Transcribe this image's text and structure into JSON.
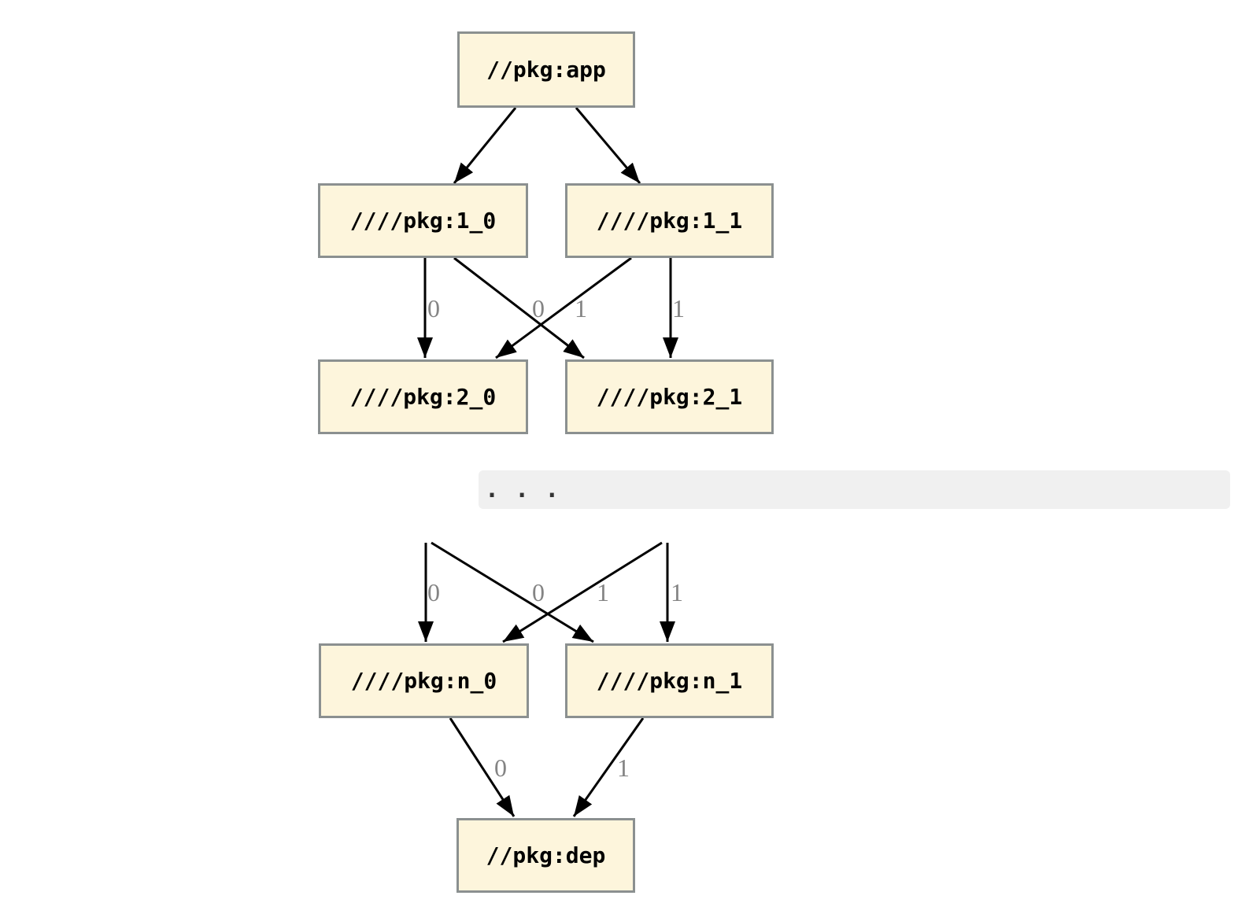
{
  "figure": {
    "type": "dependency-graph",
    "ellipsis": ". . .",
    "colors": {
      "background": "#FFFFFF",
      "node_fill": "#FDF5DC",
      "node_border": "#8B9090",
      "edge": "#000000",
      "edge_label": "#848484",
      "ellipsis_band_bg": "#F0F0F0",
      "ellipsis_text": "#333333"
    },
    "nodes": [
      {
        "id": "app",
        "label": "//pkg:app"
      },
      {
        "id": "1_0",
        "label": "////pkg:1_0"
      },
      {
        "id": "1_1",
        "label": "////pkg:1_1"
      },
      {
        "id": "2_0",
        "label": "////pkg:2_0"
      },
      {
        "id": "2_1",
        "label": "////pkg:2_1"
      },
      {
        "id": "n_0",
        "label": "////pkg:n_0"
      },
      {
        "id": "n_1",
        "label": "////pkg:n_1"
      },
      {
        "id": "dep",
        "label": "//pkg:dep"
      }
    ],
    "edges": [
      {
        "from": "app",
        "to": "1_0",
        "label": ""
      },
      {
        "from": "app",
        "to": "1_1",
        "label": ""
      },
      {
        "from": "1_0",
        "to": "2_0",
        "label": "0"
      },
      {
        "from": "1_0",
        "to": "2_1",
        "label": "1"
      },
      {
        "from": "1_1",
        "to": "2_0",
        "label": "0"
      },
      {
        "from": "1_1",
        "to": "2_1",
        "label": "1"
      },
      {
        "from": "...",
        "to": "n_0",
        "label": "0"
      },
      {
        "from": "...",
        "to": "n_1",
        "label": "1"
      },
      {
        "from": "...",
        "to": "n_0",
        "label": "0"
      },
      {
        "from": "...",
        "to": "n_1",
        "label": "1"
      },
      {
        "from": "n_0",
        "to": "dep",
        "label": "0"
      },
      {
        "from": "n_1",
        "to": "dep",
        "label": "1"
      }
    ]
  }
}
